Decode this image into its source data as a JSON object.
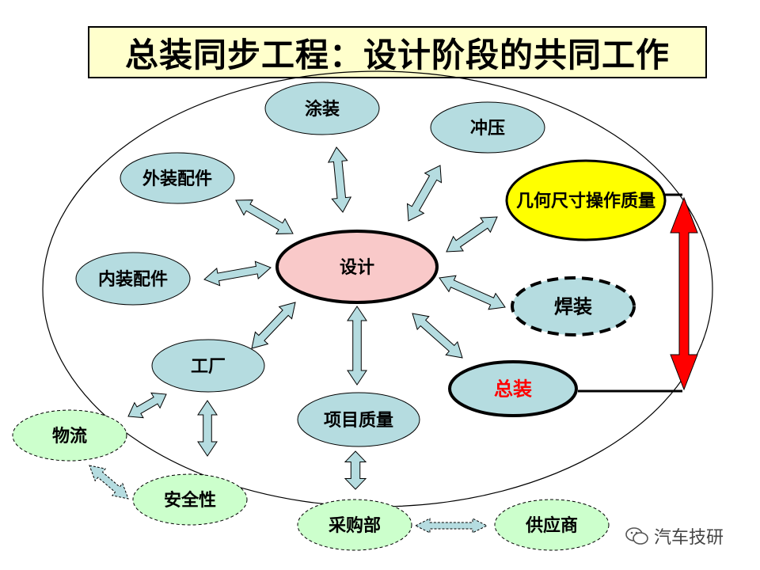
{
  "title": "总装同步工程：设计阶段的共同工作",
  "nodes": {
    "paint": "涂装",
    "stamping": "冲压",
    "exterior_trim": "外装配件",
    "geometry": "几何尺寸操作质量",
    "interior_trim": "内装配件",
    "design": "设计",
    "welding": "焊装",
    "plant": "工厂",
    "assembly": "总装",
    "project_quality": "项目质量",
    "logistics": "物流",
    "safety": "安全性",
    "purchasing": "采购部",
    "supplier": "供应商"
  },
  "watermark": "汽车技研",
  "colors": {
    "node_fill": "#b5dce0",
    "design_fill": "#f9c9c9",
    "geometry_fill": "#ffff00",
    "external_fill": "#ccffcc",
    "arrow_fill": "#b5dce0",
    "red_arrow": "#ff0000",
    "assembly_text": "#ff0000",
    "title_bg": "#ffffcc"
  }
}
